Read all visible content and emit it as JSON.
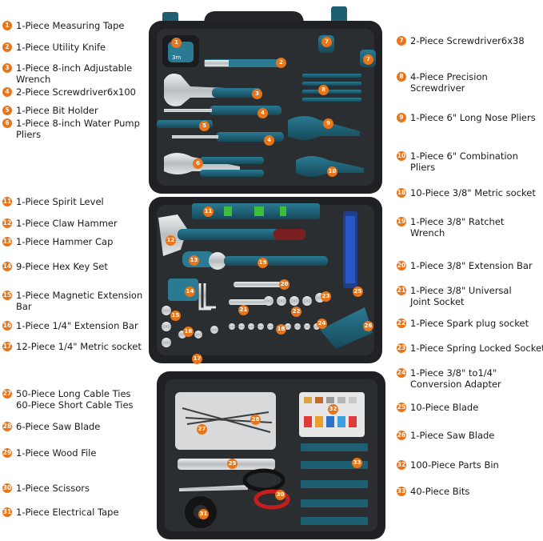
{
  "legend_left": [
    {
      "num": "1",
      "text": "1-Piece Measuring Tape"
    },
    {
      "num": "2",
      "text": "1-Piece Utility Knife"
    },
    {
      "num": "3",
      "text": "1-Piece 8-inch Adjustable\nWrench"
    },
    {
      "num": "4",
      "text": "2-Piece Screwdriver6x100"
    },
    {
      "num": "5",
      "text": "1-Piece Bit Holder"
    },
    {
      "num": "6",
      "text": "1-Piece 8-inch Water Pump\nPliers"
    },
    {
      "num": "11",
      "text": "1-Piece Spirit Level"
    },
    {
      "num": "12",
      "text": "1-Piece Claw Hammer"
    },
    {
      "num": "13",
      "text": "1-Piece Hammer Cap"
    },
    {
      "num": "14",
      "text": "9-Piece Hex Key Set"
    },
    {
      "num": "15",
      "text": "1-Piece Magnetic Extension\nBar"
    },
    {
      "num": "16",
      "text": "1-Piece 1/4\" Extension Bar"
    },
    {
      "num": "17",
      "text": "12-Piece 1/4\" Metric socket"
    },
    {
      "num": "27",
      "text": "50-Piece Long Cable Ties\n60-Piece Short Cable Ties"
    },
    {
      "num": "28",
      "text": "6-Piece Saw Blade"
    },
    {
      "num": "29",
      "text": "1-Piece Wood File"
    },
    {
      "num": "30",
      "text": "1-Piece  Scissors"
    },
    {
      "num": "31",
      "text": "1-Piece  Electrical Tape"
    }
  ],
  "legend_right": [
    {
      "num": "7",
      "text": "2-Piece Screwdriver6x38"
    },
    {
      "num": "8",
      "text": "4-Piece Precision\nScrewdriver"
    },
    {
      "num": "9",
      "text": "1-Piece 6\" Long Nose Pliers"
    },
    {
      "num": "10",
      "text": "1-Piece 6\" Combination\nPliers"
    },
    {
      "num": "18",
      "text": "10-Piece 3/8\" Metric socket"
    },
    {
      "num": "19",
      "text": "1-Piece 3/8\" Ratchet\nWrench"
    },
    {
      "num": "20",
      "text": "1-Piece 3/8\" Extension Bar"
    },
    {
      "num": "21",
      "text": "1-Piece 3/8\" Universal\nJoint Socket"
    },
    {
      "num": "22",
      "text": "1-Piece Spark plug socket"
    },
    {
      "num": "23",
      "text": "1-Piece Spring Locked Socket"
    },
    {
      "num": "24",
      "text": "1-Piece 3/8\" to1/4\"\nConversion Adapter"
    },
    {
      "num": "25",
      "text": "10-Piece Blade"
    },
    {
      "num": "26",
      "text": "1-Piece Saw Blade"
    },
    {
      "num": "32",
      "text": "100-Piece Parts Bin"
    },
    {
      "num": "33",
      "text": "40-Piece Bits"
    }
  ],
  "badges": [
    "1",
    "2",
    "3",
    "4",
    "4",
    "5",
    "6",
    "7",
    "7",
    "8",
    "9",
    "10",
    "11",
    "12",
    "13",
    "14",
    "15",
    "16",
    "17",
    "18",
    "19",
    "20",
    "21",
    "22",
    "23",
    "24",
    "25",
    "26",
    "27",
    "28",
    "29",
    "30",
    "31",
    "32",
    "33"
  ],
  "tape_label": "3m",
  "colors": {
    "accent": "#e8751a",
    "case": "#1f2124",
    "teal": "#1e5f73",
    "metal": "#c9ccce"
  }
}
